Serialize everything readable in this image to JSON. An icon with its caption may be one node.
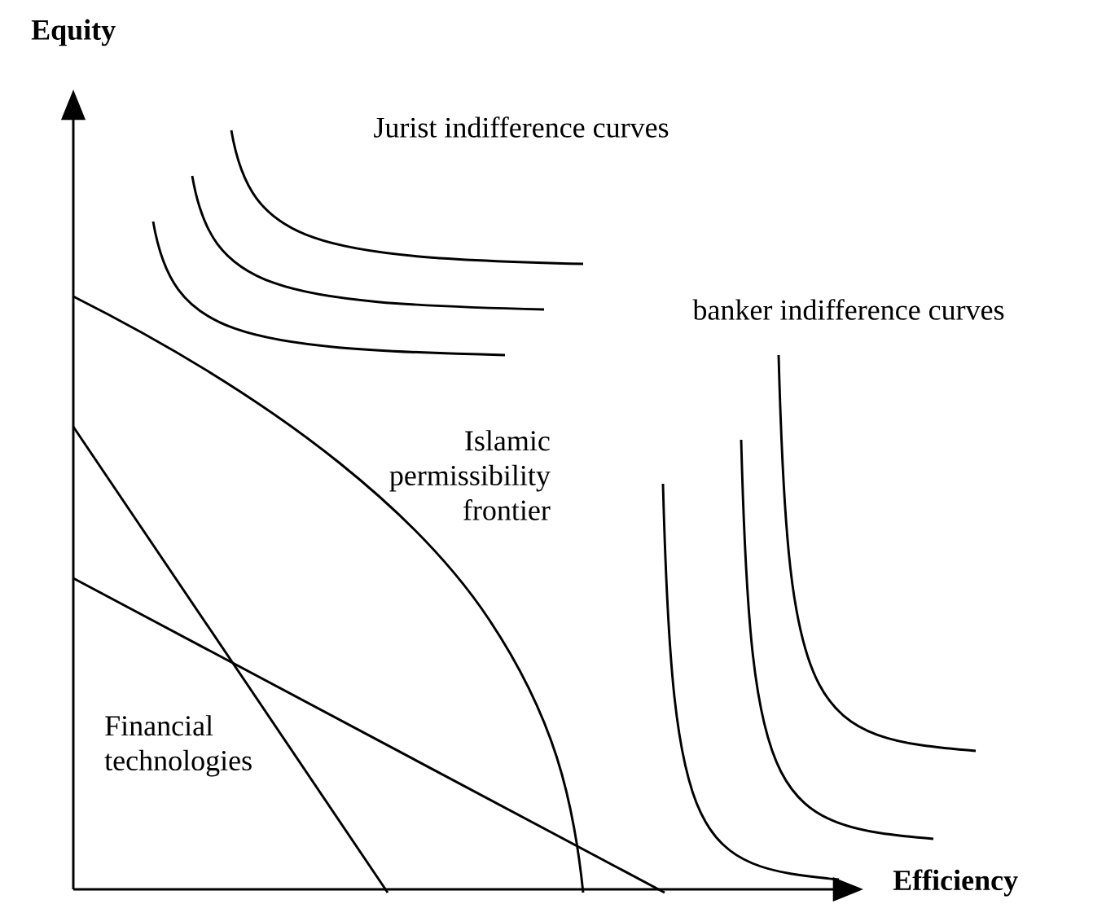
{
  "diagram": {
    "labels": [
      "Equity",
      "Jurist indifference curves",
      "banker indifference curves",
      "Islamic permissibility frontier",
      "Financial technologies",
      "Efficiency"
    ]
  }
}
